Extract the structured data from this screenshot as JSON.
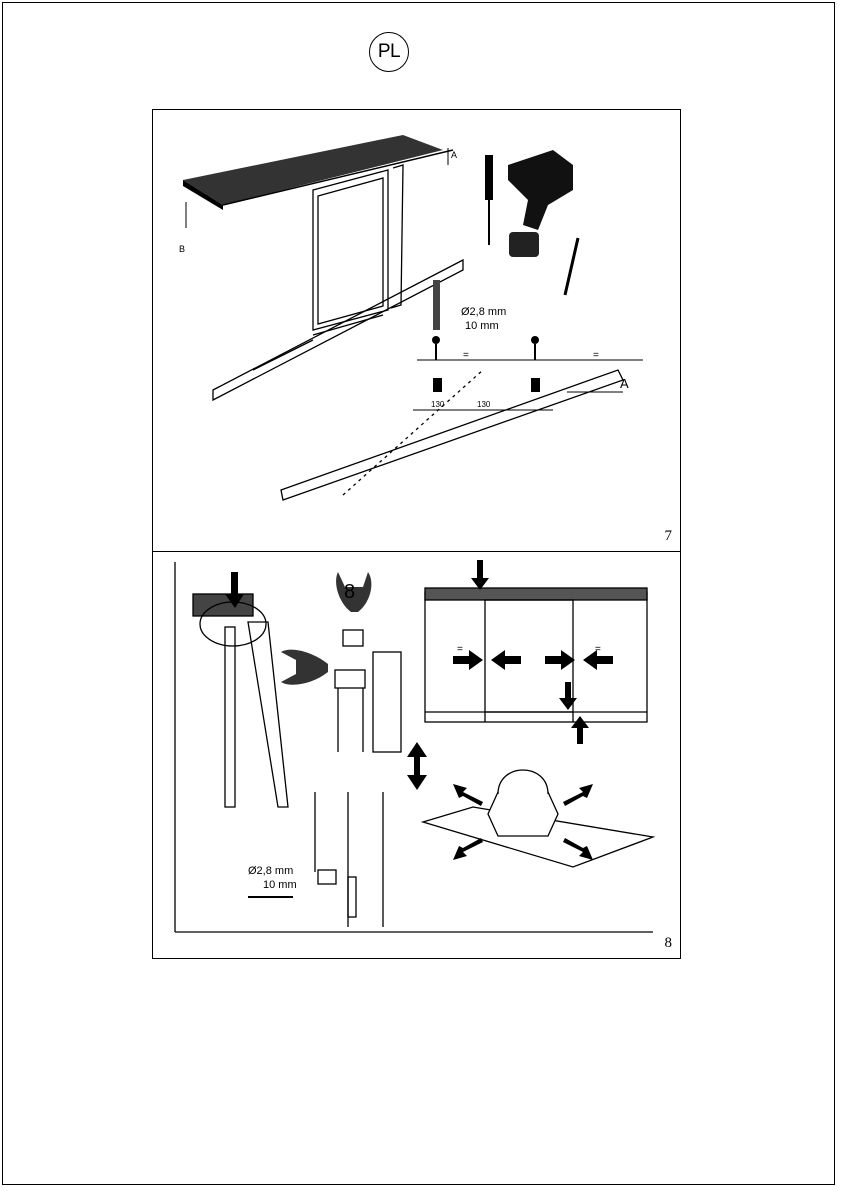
{
  "header": {
    "language_badge": "PL"
  },
  "figure7": {
    "number": "7",
    "drill_size": "Ø2,8 mm",
    "drill_depth": "10 mm",
    "dimension_a": "A",
    "dimension_b": "B",
    "equal_mark": "=",
    "distance_left": "130",
    "distance_right": "130"
  },
  "figure8": {
    "number": "8",
    "wrench_size": "8",
    "drill_size": "Ø2,8 mm",
    "drill_depth": "10 mm",
    "equal_mark": "="
  }
}
